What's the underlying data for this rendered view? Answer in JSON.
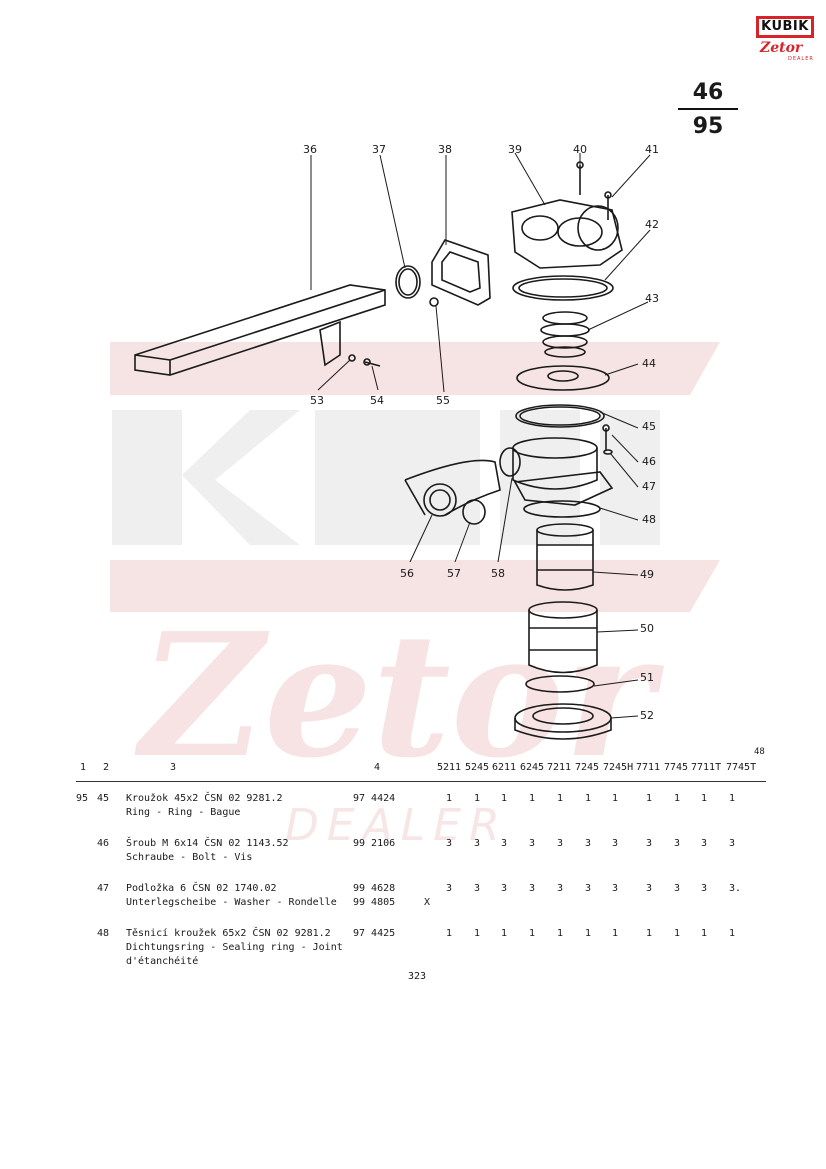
{
  "logo": {
    "brand_top": "KUBIK",
    "brand_bottom": "Zetor",
    "brand_sub": "DEALER"
  },
  "page": {
    "group": "46",
    "number": "95"
  },
  "watermark": {
    "top": "KUBIK",
    "script": "Zetor",
    "sub": "DEALER"
  },
  "diagram": {
    "callouts": [
      "36",
      "37",
      "38",
      "39",
      "40",
      "41",
      "42",
      "43",
      "44",
      "45",
      "46",
      "47",
      "48",
      "49",
      "50",
      "51",
      "52",
      "53",
      "54",
      "55",
      "56",
      "57",
      "58"
    ]
  },
  "table": {
    "headers": {
      "col1": "1",
      "col2": "2",
      "col3": "3",
      "col4": "4",
      "models": [
        "5211",
        "5245",
        "6211",
        "6245",
        "7211",
        "7245",
        "7245H",
        "7711",
        "7745",
        "7711T",
        "7745T"
      ],
      "extra_top": "48"
    },
    "rows": [
      {
        "fig": "95",
        "pos": "45",
        "lines": [
          "Kroužok 45x2 ČSN 02 9281.2",
          "Ring - Ring - Bague"
        ],
        "parts": [
          "97 4424"
        ],
        "mark": "",
        "qty": [
          "1",
          "1",
          "1",
          "1",
          "1",
          "1",
          "1",
          "1",
          "1",
          "1",
          "1"
        ]
      },
      {
        "fig": "",
        "pos": "46",
        "lines": [
          "Šroub M 6x14 ČSN 02 1143.52",
          "Schraube - Bolt - Vis"
        ],
        "parts": [
          "99 2106"
        ],
        "mark": "",
        "qty": [
          "3",
          "3",
          "3",
          "3",
          "3",
          "3",
          "3",
          "3",
          "3",
          "3",
          "3"
        ]
      },
      {
        "fig": "",
        "pos": "47",
        "lines": [
          "Podložka 6 ČSN 02 1740.02",
          "Unterlegscheibe - Washer - Rondelle"
        ],
        "parts": [
          "99 4628",
          "99 4805"
        ],
        "mark": "X",
        "qty": [
          "3",
          "3",
          "3",
          "3",
          "3",
          "3",
          "3",
          "3",
          "3",
          "3",
          "3."
        ]
      },
      {
        "fig": "",
        "pos": "48",
        "lines": [
          "Těsnicí kroužek 65x2 ČSN 02 9281.2",
          "Dichtungsring - Sealing ring - Joint",
          "d'étanchéité"
        ],
        "parts": [
          "97 4425"
        ],
        "mark": "",
        "qty": [
          "1",
          "1",
          "1",
          "1",
          "1",
          "1",
          "1",
          "1",
          "1",
          "1",
          "1"
        ]
      }
    ]
  },
  "footer": {
    "page_label": "323"
  },
  "colors": {
    "brand_red": "#d8232a",
    "ink": "#1a1a1a",
    "watermark": "#f3e1e1"
  }
}
